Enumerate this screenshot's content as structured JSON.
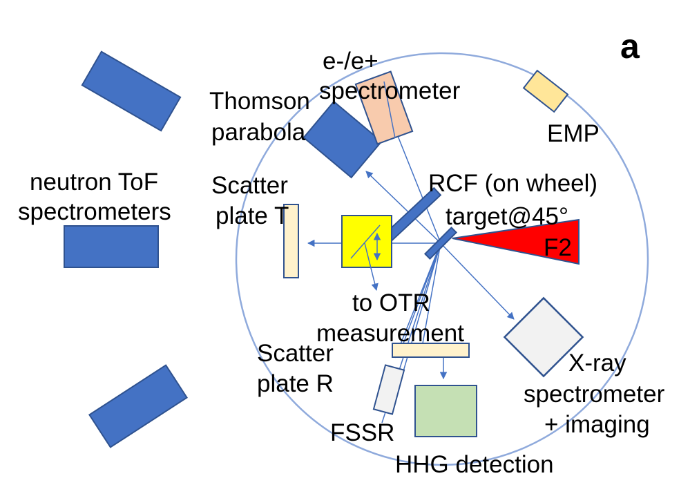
{
  "panel_label": "a",
  "labels": {
    "ee_line1": "e-/e+",
    "ee_line2": "spectrometer",
    "thomson_line1": "Thomson",
    "thomson_line2": "parabola",
    "emp": "EMP",
    "neutron_line1": "neutron ToF",
    "neutron_line2": "spectrometers",
    "scatterT_line1": "Scatter",
    "scatterT_line2": "plate T",
    "rcf": "RCF (on wheel)",
    "target": "target@45°",
    "f2": "F2",
    "otr_line1": "to OTR",
    "otr_line2": "measurement",
    "scatterR_line1": "Scatter",
    "scatterR_line2": "plate R",
    "xray_line1": "X-ray",
    "xray_line2": "spectrometer",
    "xray_line3": "+ imaging",
    "fssr": "FSSR",
    "hhg": "HHG detection"
  },
  "colors": {
    "chamber": "#8faadc",
    "detector_blue": "#4472c4",
    "detector_outline": "#2f528f",
    "ee_fill": "#f8cbad",
    "emp_fill": "#ffe699",
    "scatter_fill": "#fff2cc",
    "otr_fill": "#ffff00",
    "laser": "#ff0000",
    "xray_fill": "#f2f2f2",
    "hhg_fill": "#c5e0b4",
    "ray": "#4472c4"
  }
}
